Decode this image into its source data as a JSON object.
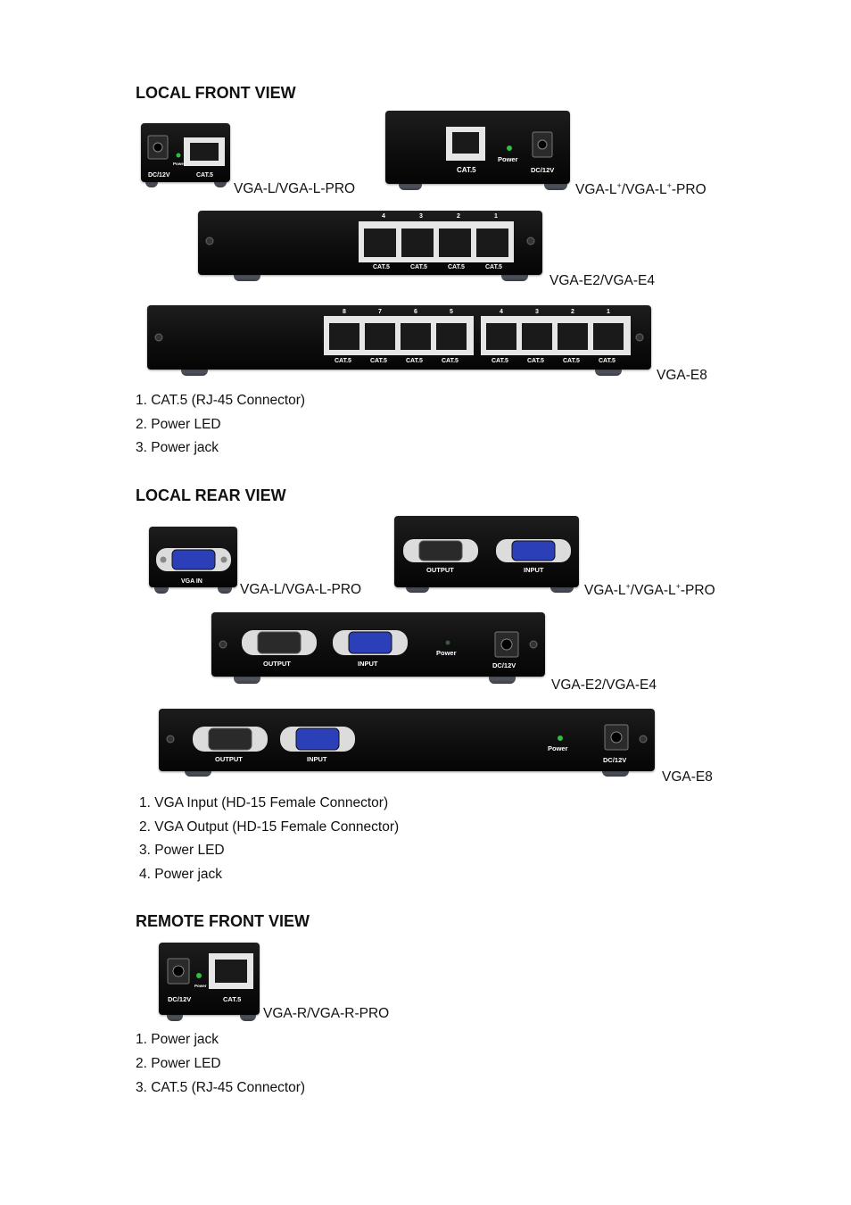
{
  "sections": {
    "local_front": {
      "heading": "LOCAL FRONT VIEW",
      "captions": {
        "vga_l": "VGA-L/VGA-L-PRO",
        "vga_lplus_a": "VGA-L",
        "vga_lplus_sup1": "+",
        "vga_lplus_b": "/VGA-L",
        "vga_lplus_sup2": "+",
        "vga_lplus_c": "-PRO",
        "vga_e2": "VGA-E2/VGA-E4",
        "vga_e8": "VGA-E8"
      },
      "items": [
        "1. CAT.5 (RJ-45 Connector)",
        "2. Power LED",
        "3. Power jack"
      ]
    },
    "local_rear": {
      "heading": "LOCAL REAR VIEW",
      "captions": {
        "vga_l": "VGA-L/VGA-L-PRO",
        "vga_lplus_a": "VGA-L",
        "vga_lplus_sup1": "+",
        "vga_lplus_b": "/VGA-L",
        "vga_lplus_sup2": "+",
        "vga_lplus_c": "-PRO",
        "vga_e2": "VGA-E2/VGA-E4",
        "vga_e8": "VGA-E8"
      },
      "items": [
        "1. VGA Input (HD-15 Female Connector)",
        "2. VGA Output (HD-15 Female Connector)",
        "3. Power LED",
        "4. Power jack"
      ]
    },
    "remote_front": {
      "heading": "REMOTE FRONT VIEW",
      "captions": {
        "vga_r": "VGA-R/VGA-R-PRO"
      },
      "items": [
        "1. Power jack",
        "2. Power LED",
        "3. CAT.5 (RJ-45 Connector)"
      ]
    }
  },
  "panel_labels": {
    "dc12v": "DC/12V",
    "power": "Power",
    "cat5": "CAT.5",
    "output": "OUTPUT",
    "input": "INPUT",
    "vga_in": "VGA IN",
    "port_numbers_4": [
      "4",
      "3",
      "2",
      "1"
    ],
    "port_numbers_8": [
      "8",
      "7",
      "6",
      "5",
      "4",
      "3",
      "2",
      "1"
    ]
  },
  "colors": {
    "device_body": "#111111",
    "vga_input": "#2b3fb8",
    "led": "#2fbf3a",
    "feet": "#5c616b"
  }
}
